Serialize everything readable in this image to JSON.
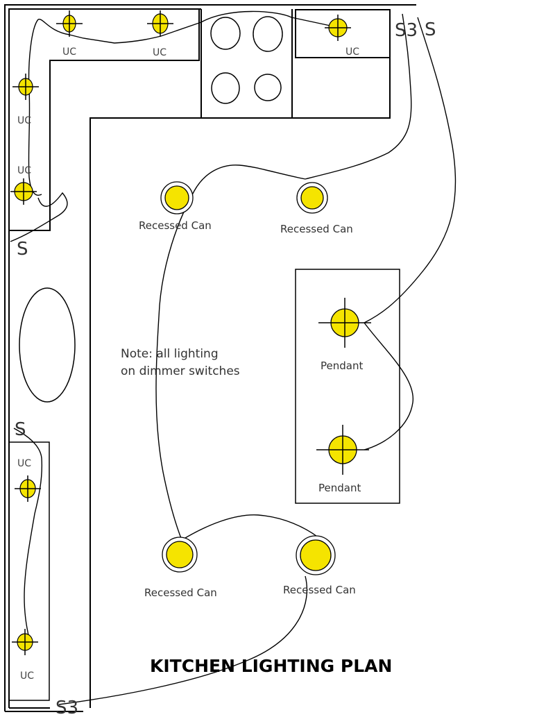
{
  "title": "KITCHEN LIGHTING PLAN",
  "note": [
    "Note: all lighting",
    "on dimmer switches"
  ],
  "colors": {
    "fixture_fill": "#f5e400",
    "line": "#000000",
    "label": "#333333"
  },
  "fixture_types": {
    "recessed_can": "Recessed Can",
    "pendant": "Pendant",
    "under_cabinet": "UC"
  },
  "fixtures": {
    "uc": [
      "UC",
      "UC",
      "UC",
      "UC",
      "UC",
      "UC",
      "UC"
    ],
    "recessed": [
      "Recessed Can",
      "Recessed Can",
      "Recessed Can",
      "Recessed Can"
    ],
    "pendant": [
      "Pendant",
      "Pendant"
    ]
  },
  "switches": {
    "top_s3": "S3",
    "top_s": "S",
    "left_upper_s": "S",
    "left_lower_s": "S",
    "bottom_s3": "S3"
  }
}
